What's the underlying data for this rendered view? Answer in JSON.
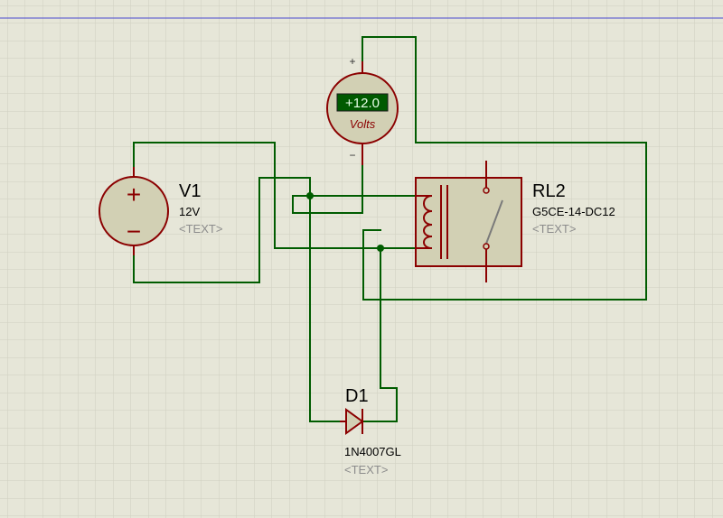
{
  "colors": {
    "background": "#e6e6d8",
    "grid_minor": "#cfcfbf",
    "grid_major": "#b9b9a8",
    "sheet_border": "#4a4ad0",
    "wire": "#005c00",
    "component_outline": "#8b0000",
    "component_fill": "#d2d0b4",
    "label_text": "#000000",
    "placeholder_text": "#8c8c8c",
    "meter_display_bg": "#005a00",
    "meter_display_text": "#e8ffe8"
  },
  "components": {
    "voltage_source": {
      "ref": "V1",
      "value": "12V",
      "text": "<TEXT>",
      "plus_symbol": "+",
      "minus_symbol": "−"
    },
    "voltmeter": {
      "reading": "+12.0",
      "unit": "Volts",
      "plus_terminal": "+",
      "minus_terminal": "−"
    },
    "relay": {
      "ref": "RL2",
      "value": "G5CE-14-DC12",
      "text": "<TEXT>"
    },
    "diode": {
      "ref": "D1",
      "value": "1N4007GL",
      "text": "<TEXT>"
    }
  }
}
